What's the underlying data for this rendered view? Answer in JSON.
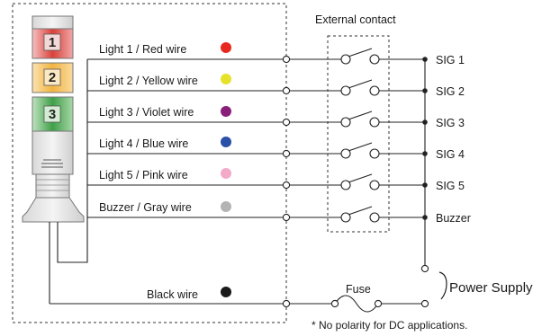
{
  "tower": {
    "segment_labels": [
      "1",
      "2",
      "3"
    ]
  },
  "wires": [
    {
      "label": "Light 1 / Red wire",
      "color": "#e8281e",
      "signal": "SIG 1"
    },
    {
      "label": "Light 2 / Yellow wire",
      "color": "#e6e22a",
      "signal": "SIG 2"
    },
    {
      "label": "Light 3 / Violet wire",
      "color": "#8a1f7a",
      "signal": "SIG 3"
    },
    {
      "label": "Light 4 / Blue wire",
      "color": "#2b50a8",
      "signal": "SIG 4"
    },
    {
      "label": "Light 5 / Pink wire",
      "color": "#f2aac8",
      "signal": "SIG 5"
    },
    {
      "label": "Buzzer / Gray wire",
      "color": "#b3b3b3",
      "signal": "Buzzer"
    }
  ],
  "black_wire": {
    "label": "Black wire",
    "color": "#1a1a1a"
  },
  "external_contact_label": "External contact",
  "fuse_label": "Fuse",
  "power_supply_label": "Power Supply",
  "note": "* No polarity for DC applications."
}
